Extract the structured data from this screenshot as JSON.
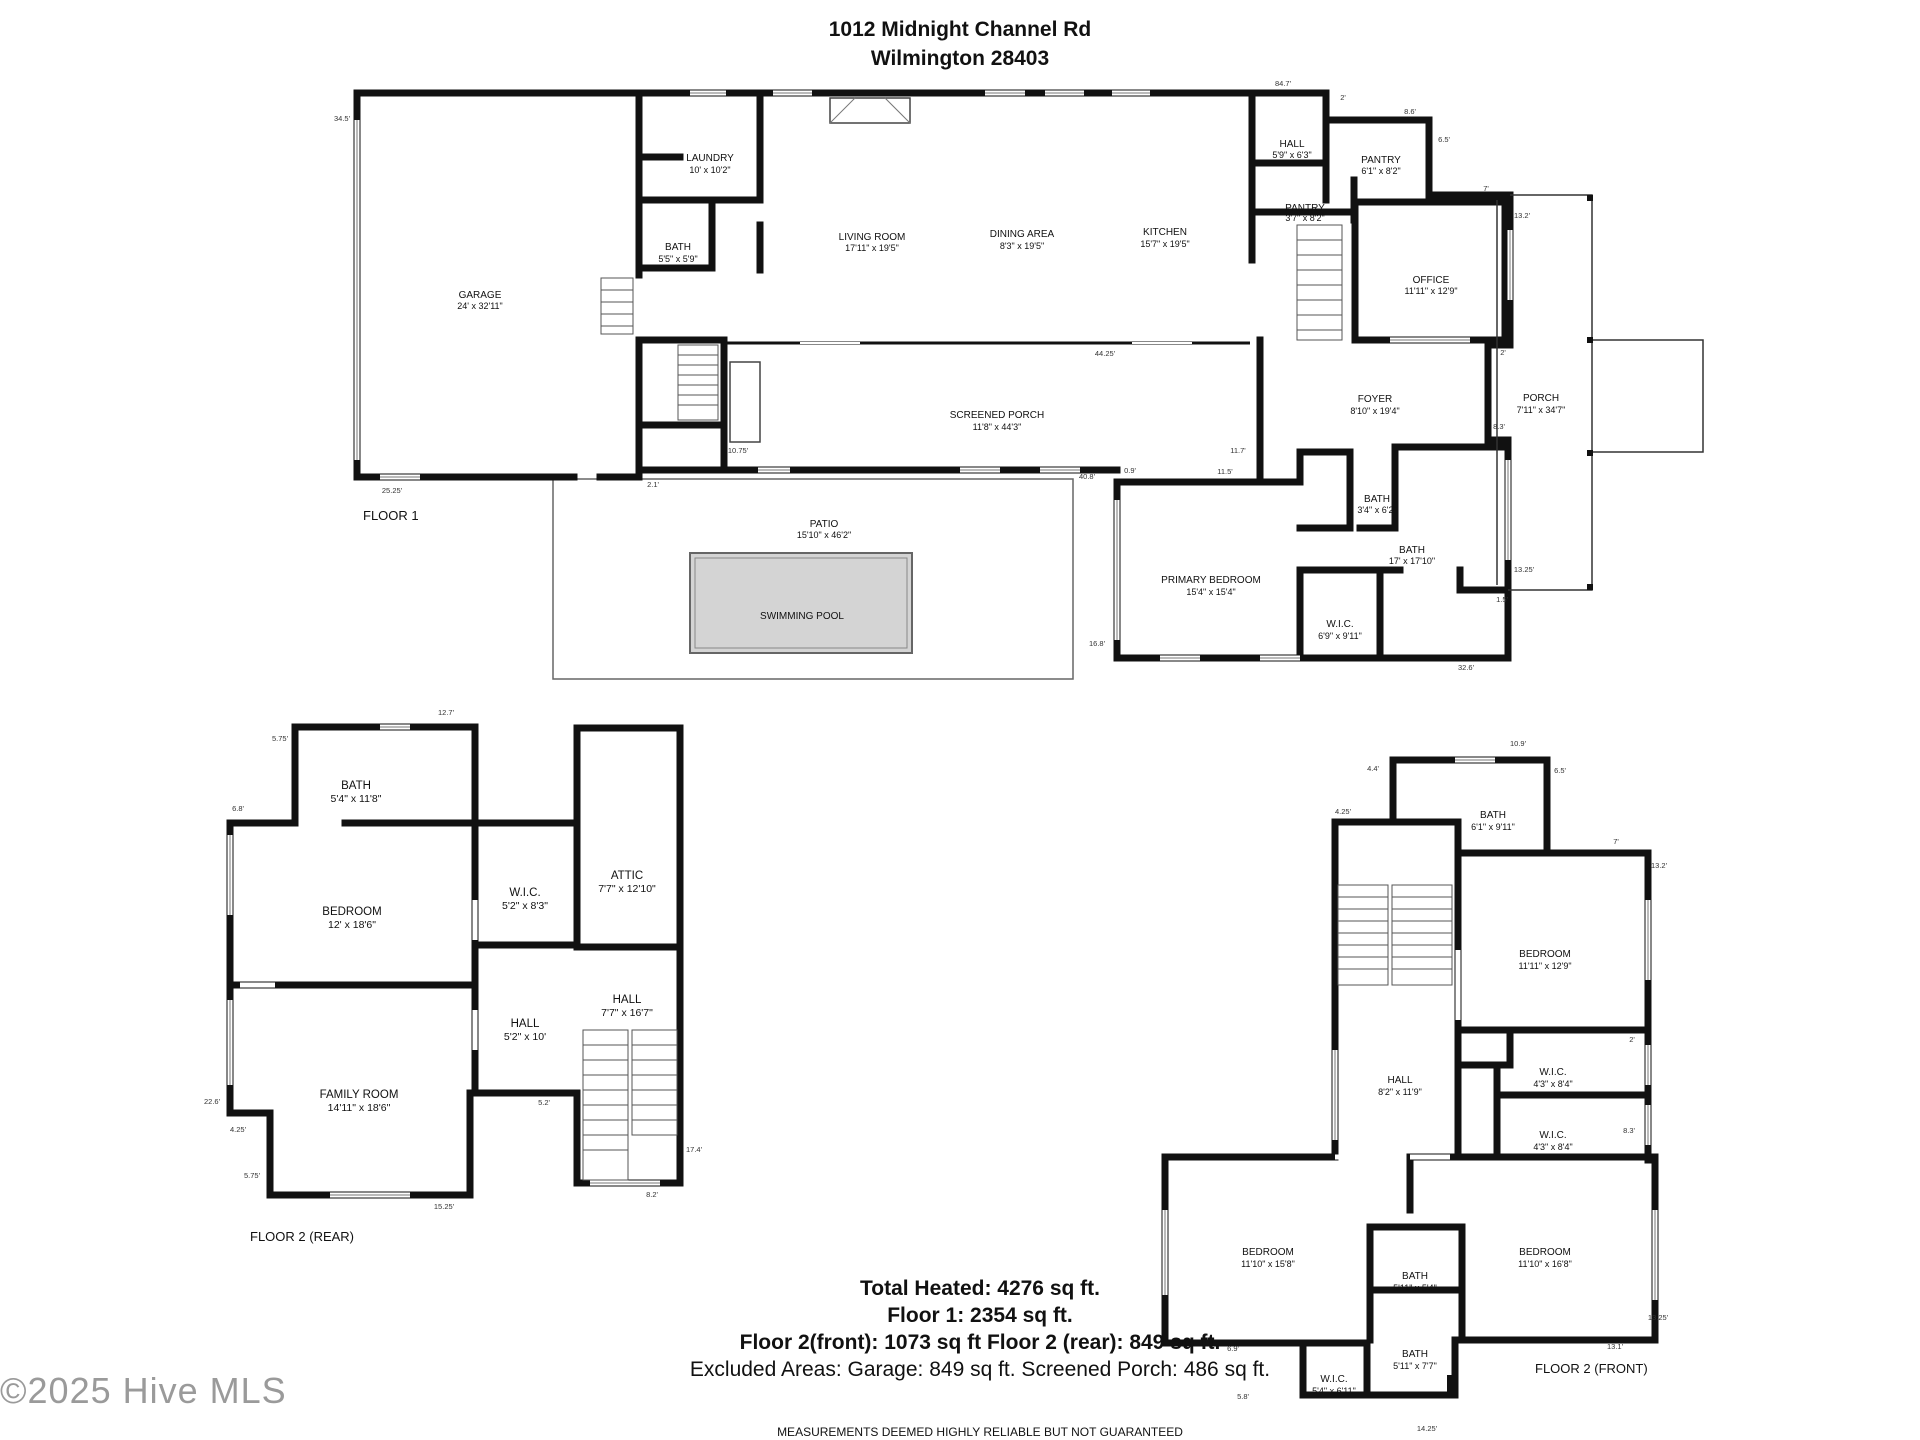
{
  "header": {
    "address_line1": "1012 Midnight Channel Rd",
    "address_line2": "Wilmington 28403"
  },
  "floor_labels": {
    "floor1": "FLOOR 1",
    "floor2_rear": "FLOOR 2 (REAR)",
    "floor2_front": "FLOOR 2 (FRONT)"
  },
  "floor1_rooms": {
    "garage": {
      "name": "GARAGE",
      "dims": "24' x 32'11\""
    },
    "laundry": {
      "name": "LAUNDRY",
      "dims": "10' x 10'2\""
    },
    "bath": {
      "name": "BATH",
      "dims": "5'5\" x 5'9\""
    },
    "living_room": {
      "name": "LIVING ROOM",
      "dims": "17'11\" x 19'5\""
    },
    "dining_area": {
      "name": "DINING AREA",
      "dims": "8'3\" x 19'5\""
    },
    "kitchen": {
      "name": "KITCHEN",
      "dims": "15'7\" x 19'5\""
    },
    "hall": {
      "name": "HALL",
      "dims": "5'9\" x 6'3\""
    },
    "pantry_a": {
      "name": "PANTRY",
      "dims": "6'1\" x 8'2\""
    },
    "pantry_b": {
      "name": "PANTRY",
      "dims": "3'7\" x 8'2\""
    },
    "office": {
      "name": "OFFICE",
      "dims": "11'11\" x 12'9\""
    },
    "foyer": {
      "name": "FOYER",
      "dims": "8'10\" x 19'4\""
    },
    "porch": {
      "name": "PORCH",
      "dims": "7'11\" x 34'7\""
    },
    "screened_porch": {
      "name": "SCREENED PORCH",
      "dims": "11'8\" x 44'3\""
    },
    "patio": {
      "name": "PATIO",
      "dims": "15'10\" x 46'2\""
    },
    "swimming_pool": {
      "name": "SWIMMING POOL"
    },
    "primary_bedroom": {
      "name": "PRIMARY BEDROOM",
      "dims": "15'4\" x 15'4\""
    },
    "bath_small": {
      "name": "BATH",
      "dims": "3'4\" x 6'2\""
    },
    "bath_primary": {
      "name": "BATH",
      "dims": "17' x 17'10\""
    },
    "wic": {
      "name": "W.I.C.",
      "dims": "6'9\" x 9'11\""
    }
  },
  "floor1_dims": {
    "d1": "84.7'",
    "d2": "2'",
    "d3": "8.6'",
    "d4": "6.5'",
    "d5": "7'",
    "d6": "13.2'",
    "d7": "34.5'",
    "d8": "25.25'",
    "d9": "2.1'",
    "d10": "44.25'",
    "d11": "10.75'",
    "d12": "11.7'",
    "d13": "40.8'",
    "d14": "0.9'",
    "d15": "11.5'",
    "d16": "2'",
    "d17": "8.3'",
    "d18": "13.25'",
    "d19": "1.5'",
    "d20": "16.8'",
    "d21": "32.6'"
  },
  "floor2_rear_rooms": {
    "bath": {
      "name": "BATH",
      "dims": "5'4\" x 11'8\""
    },
    "bedroom": {
      "name": "BEDROOM",
      "dims": "12' x 18'6\""
    },
    "wic": {
      "name": "W.I.C.",
      "dims": "5'2\" x 8'3\""
    },
    "attic": {
      "name": "ATTIC",
      "dims": "7'7\" x 12'10\""
    },
    "hall_a": {
      "name": "HALL",
      "dims": "5'2\" x 10'"
    },
    "hall_b": {
      "name": "HALL",
      "dims": "7'7\" x 16'7\""
    },
    "family_room": {
      "name": "FAMILY ROOM",
      "dims": "14'11\" x 18'6\""
    }
  },
  "floor2_rear_dims": {
    "d1": "12.7'",
    "d2": "5.75'",
    "d3": "6.8'",
    "d4": "22.6'",
    "d5": "4.25'",
    "d6": "5.75'",
    "d7": "15.25'",
    "d8": "5.2'",
    "d9": "17.4'",
    "d10": "8.2'"
  },
  "floor2_front_rooms": {
    "bath": {
      "name": "BATH",
      "dims": "6'1\" x 9'11\""
    },
    "bedroom_a": {
      "name": "BEDROOM",
      "dims": "11'11\" x 12'9\""
    },
    "wic_a": {
      "name": "W.I.C.",
      "dims": "4'3\" x 8'4\""
    },
    "wic_b": {
      "name": "W.I.C.",
      "dims": "4'3\" x 8'4\""
    },
    "hall": {
      "name": "HALL",
      "dims": "8'2\" x 11'9\""
    },
    "bedroom_b": {
      "name": "BEDROOM",
      "dims": "11'10\" x 15'8\""
    },
    "bath_b": {
      "name": "BATH",
      "dims": "5'11\" x 5'4\""
    },
    "bedroom_c": {
      "name": "BEDROOM",
      "dims": "11'10\" x 16'8\""
    },
    "bath_c": {
      "name": "BATH",
      "dims": "5'11\" x 7'7\""
    },
    "wic_c": {
      "name": "W.I.C.",
      "dims": "5'4\" x 6'11\""
    }
  },
  "floor2_front_dims": {
    "d1": "10.9'",
    "d2": "4.4'",
    "d3": "6.5'",
    "d4": "4.25'",
    "d5": "7'",
    "d6": "13.2'",
    "d7": "2'",
    "d8": "8.3'",
    "d9": "13.1'",
    "d10": "13.25'",
    "d11": "6.9'",
    "d12": "5.8'",
    "d13": "14.25'"
  },
  "summary": {
    "total_heated": "Total Heated: 4276 sq ft.",
    "floor1": "Floor 1: 2354 sq ft.",
    "floor2": "Floor 2(front): 1073 sq ft Floor 2 (rear): 849 sq ft.",
    "excluded": "Excluded Areas: Garage: 849 sq ft. Screened Porch: 486 sq ft."
  },
  "footer": "MEASUREMENTS DEEMED HIGHLY RELIABLE BUT NOT GUARANTEED",
  "watermark": "©2025 Hive MLS"
}
